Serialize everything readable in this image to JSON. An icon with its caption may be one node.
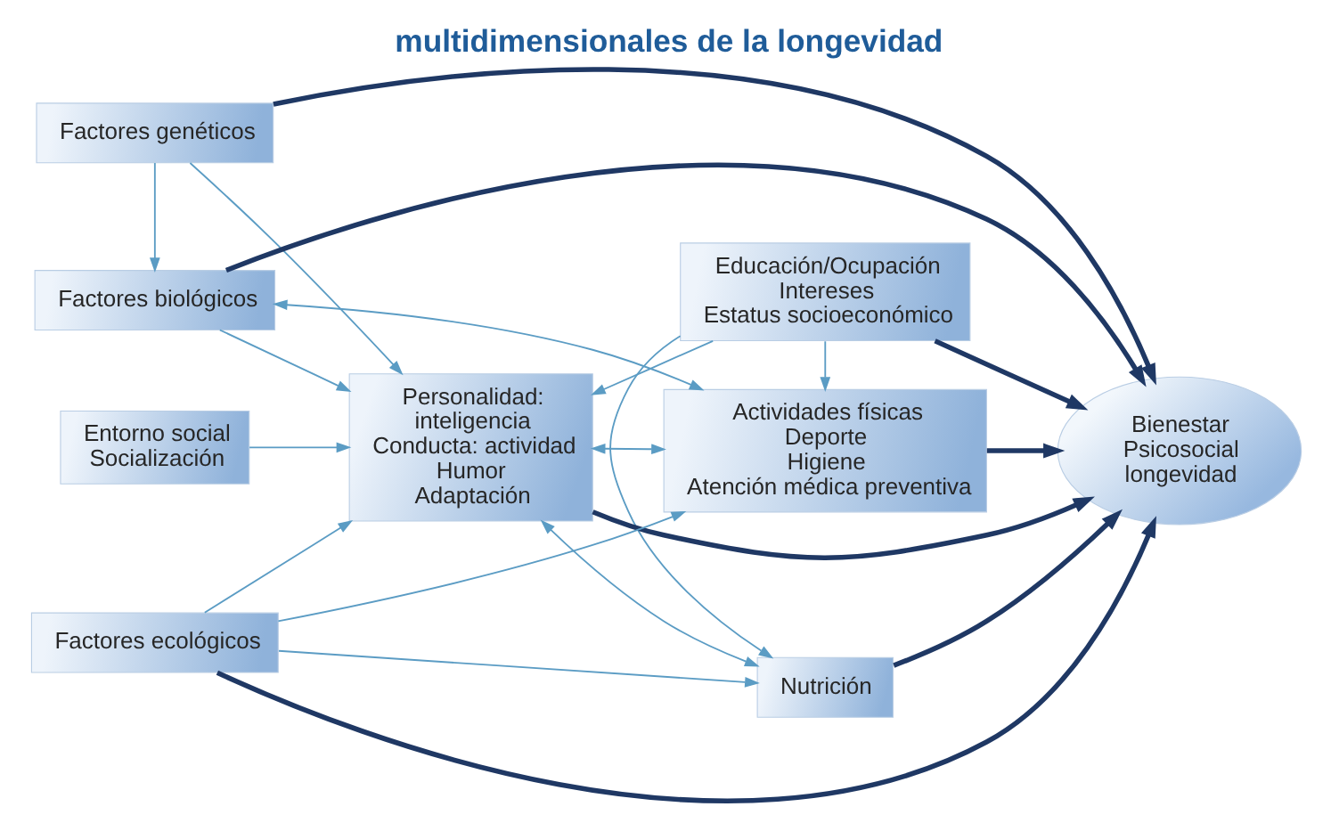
{
  "diagram": {
    "title": "multidimensionales de la longevidad",
    "nodes": [
      {
        "text": [
          "Factores genéticos"
        ]
      },
      {
        "text": [
          "Factores biológicos"
        ]
      },
      {
        "text": [
          "Educación/Ocupación",
          "Intereses",
          "Estatus socioeconómico"
        ]
      },
      {
        "text": [
          "Personalidad:",
          "inteligencia",
          "Conducta: actividad",
          "Humor",
          "Adaptación"
        ]
      },
      {
        "text": [
          "Bienestar",
          "Psicosocial",
          "longevidad"
        ]
      },
      {
        "text": [
          "Entorno social",
          "Socialización"
        ]
      },
      {
        "text": [
          "Nutrición"
        ]
      },
      {
        "text": [
          "Factores ecológicos"
        ]
      },
      {
        "text": [
          "Actividades físicas",
          "Deporte",
          "Higiene",
          "Atención médica preventiva"
        ]
      }
    ],
    "edges": [
      {
        "from": 0,
        "to": 1,
        "arrow": "to"
      },
      {
        "from": 0,
        "to": 3,
        "arrow": "to"
      },
      {
        "from": 1,
        "to": 3,
        "arrow": "to"
      },
      {
        "from": 0,
        "to": 4,
        "arrow": "to",
        "style": "thick",
        "color": "#1f3864"
      },
      {
        "from": 1,
        "to": 4,
        "arrow": "to",
        "style": "thick",
        "color": "#1f3864"
      },
      {
        "from": 1,
        "to": 8,
        "arrow": "both"
      },
      {
        "from": 2,
        "to": 3,
        "arrow": "to"
      },
      {
        "from": 2,
        "to": 4,
        "arrow": "to",
        "style": "thick",
        "color": "#1f3864"
      },
      {
        "from": 2,
        "to": 6,
        "arrow": "to"
      },
      {
        "from": 2,
        "to": 8,
        "arrow": "to"
      },
      {
        "from": 5,
        "to": 3,
        "arrow": "to"
      },
      {
        "from": 3,
        "to": 4,
        "arrow": "to",
        "style": "thick",
        "color": "#1f3864"
      },
      {
        "from": 3,
        "to": 6,
        "arrow": "both"
      },
      {
        "from": 3,
        "to": 8,
        "arrow": "both"
      },
      {
        "from": 7,
        "to": 3,
        "arrow": "to"
      },
      {
        "from": 7,
        "to": 4,
        "arrow": "to",
        "style": "thick",
        "color": "#1f3864"
      },
      {
        "from": 7,
        "to": 6,
        "arrow": "to"
      },
      {
        "from": 7,
        "to": 8,
        "arrow": "to"
      },
      {
        "from": 6,
        "to": 4,
        "arrow": "to",
        "style": "thick",
        "color": "#1f3864"
      },
      {
        "from": 8,
        "to": 4,
        "arrow": "to",
        "style": "thick",
        "color": "#1f3864"
      }
    ]
  }
}
